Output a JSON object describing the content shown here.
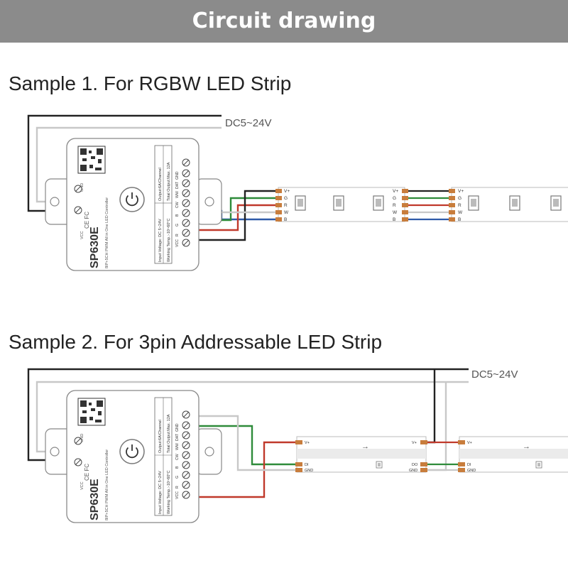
{
  "header": {
    "title": "Circuit drawing"
  },
  "colors": {
    "banner": "#8b8b8b",
    "wire_power": "#222222",
    "wire_gray": "#c8c8c8",
    "wire_green": "#2e8b3a",
    "wire_red": "#c0392b",
    "wire_blue": "#2f5aa8"
  },
  "power_label": "DC5~24V",
  "controller": {
    "model": "SP630E",
    "subtitle": "8IP+5CH PWM All in One LED Controller",
    "input_voltage": "Input Voltage: DC 5~24V",
    "working_temp": "Working Temp.:-10~60°C",
    "output": "Output:6A/Channel",
    "total_output": "Total Output:Max. 12A",
    "terminals": [
      "VCC",
      "R",
      "G",
      "B",
      "CW",
      "WW",
      "DAT",
      "GND"
    ],
    "marks": "CE FC",
    "vcc": "VCC",
    "gnd": "GND"
  },
  "sample1": {
    "title": "Sample 1. For RGBW LED Strip",
    "pads": [
      "V+",
      "G",
      "R",
      "W",
      "B"
    ]
  },
  "sample2": {
    "title": "Sample 2. For 3pin Addressable LED Strip",
    "pads_in": [
      "V+",
      "DI",
      "GND"
    ],
    "pads_out": [
      "V+",
      "DO",
      "GND"
    ],
    "arrow": "→"
  }
}
